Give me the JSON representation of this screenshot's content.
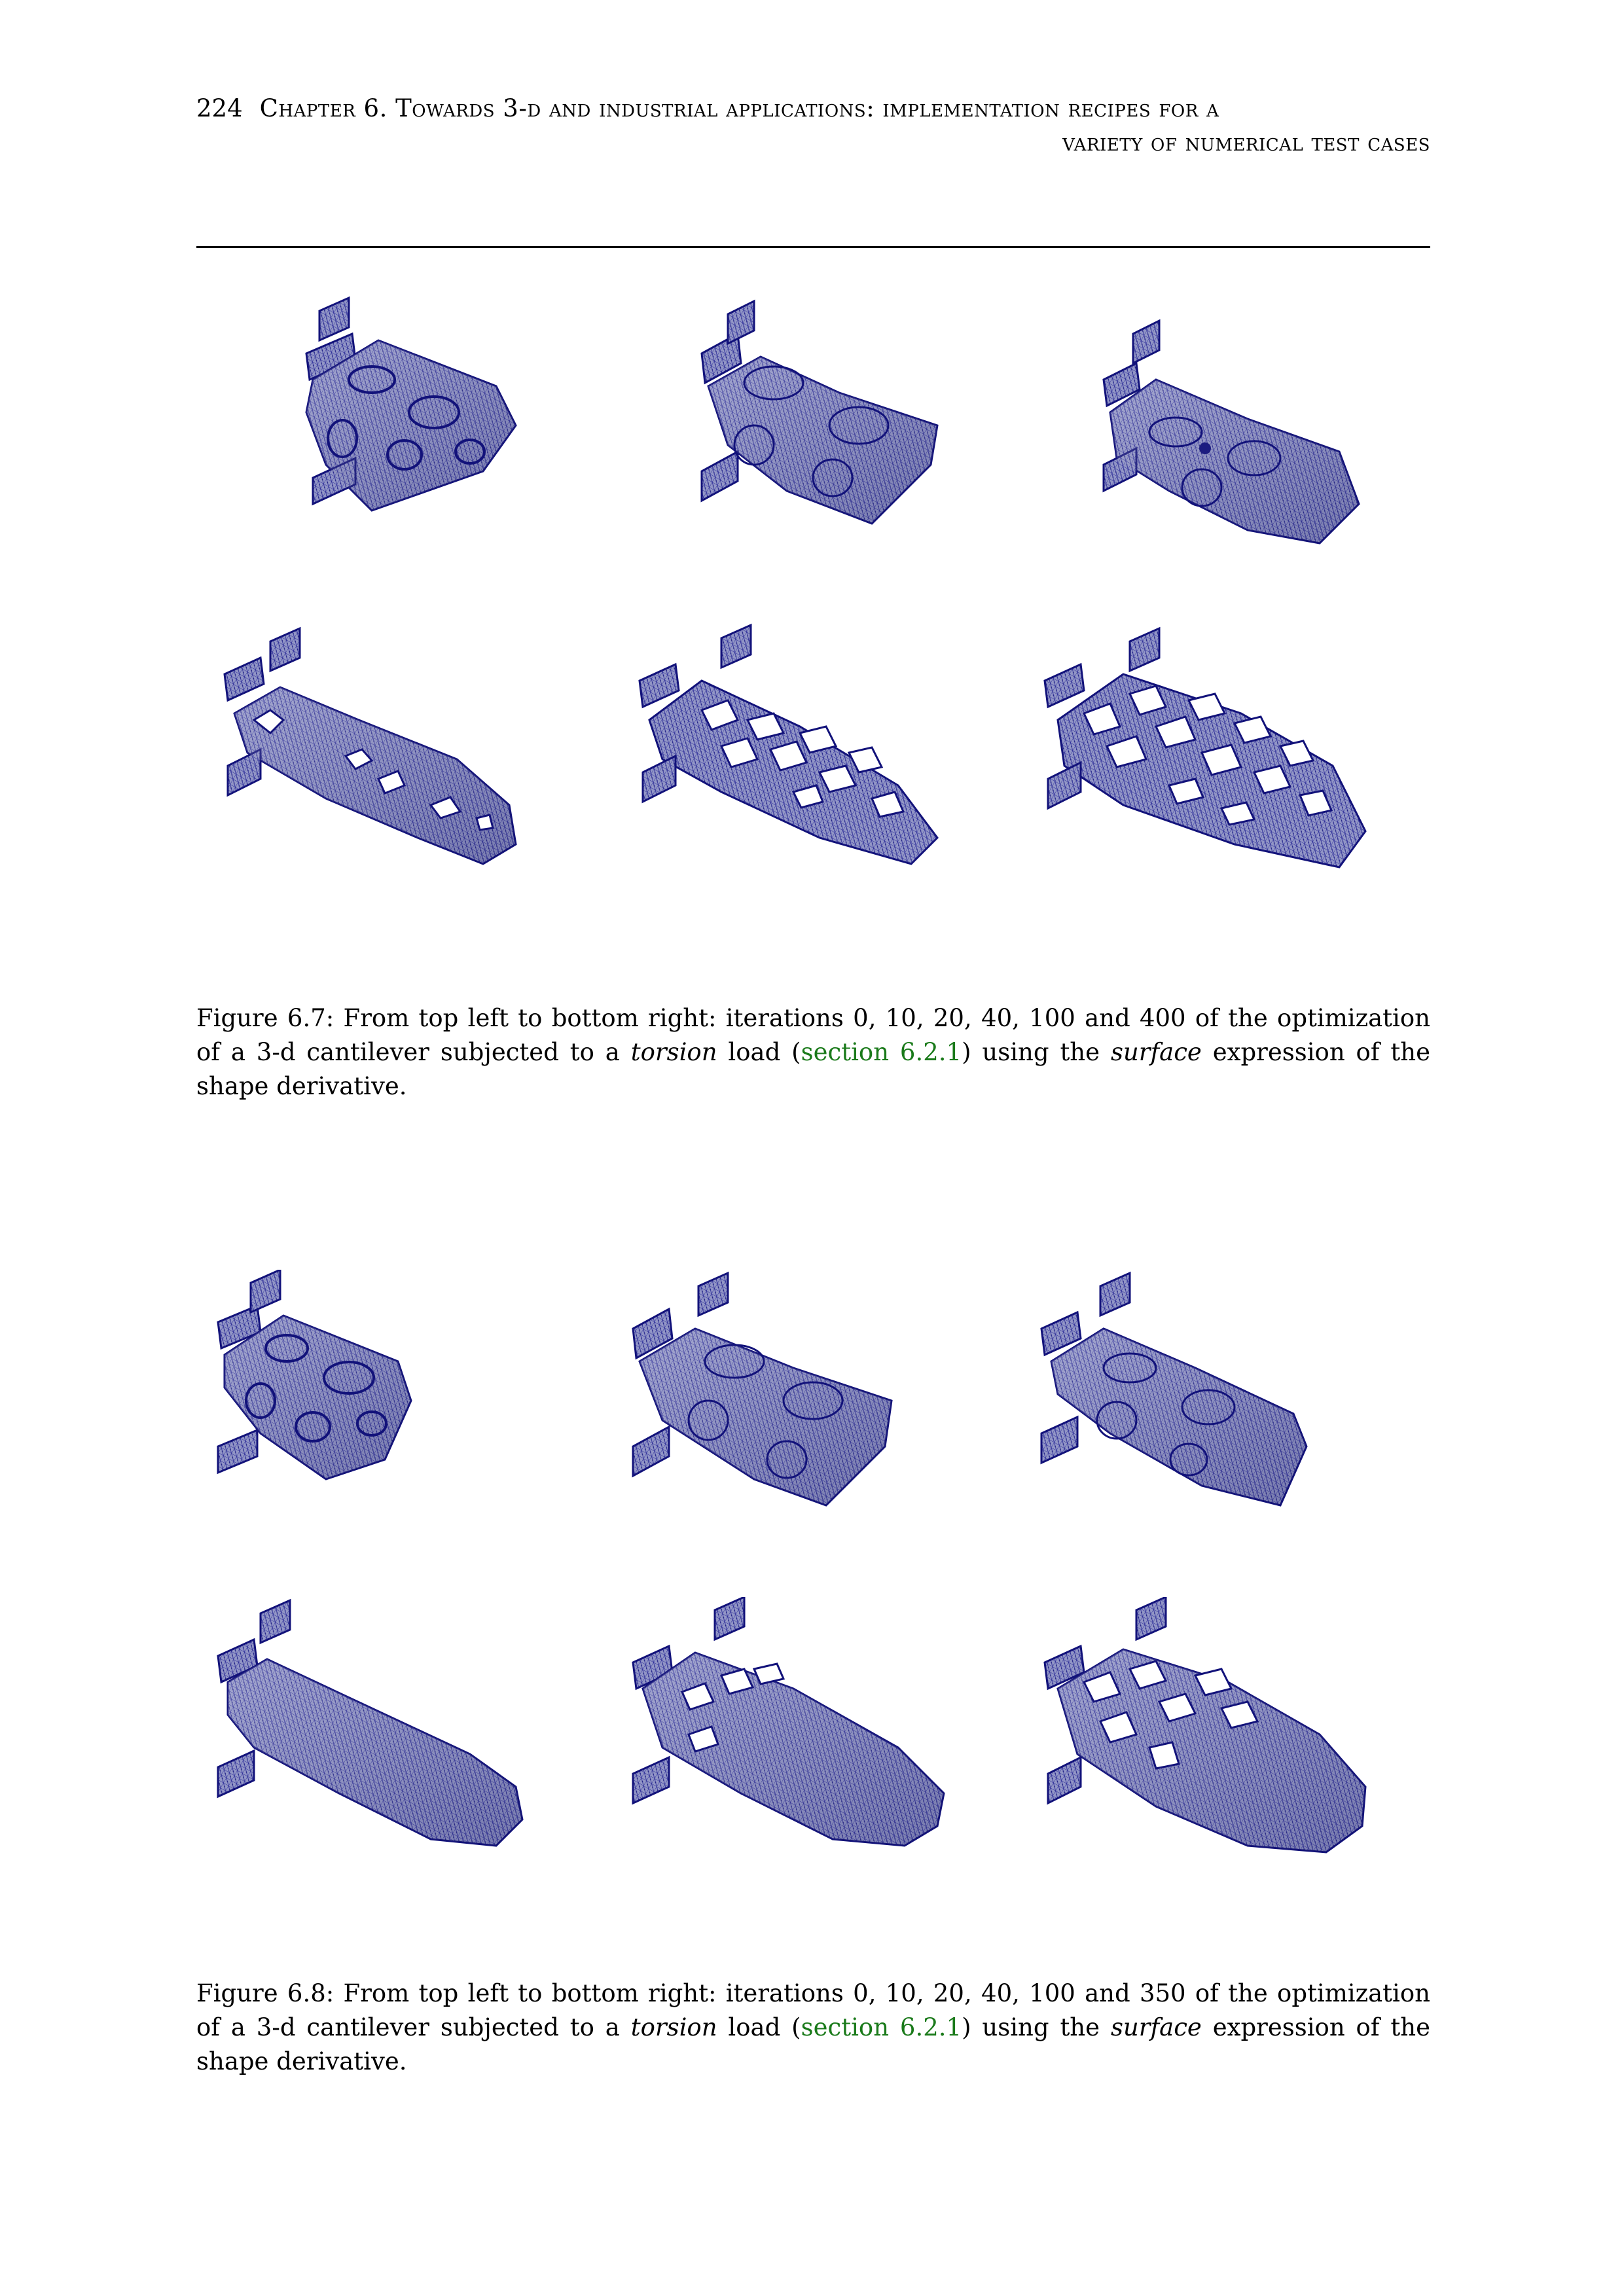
{
  "header": {
    "page_number": "224",
    "chapter_line1": "Chapter 6. Towards 3-d and industrial applications: implementation recipes for a",
    "chapter_line2": "variety of numerical test cases"
  },
  "figure_6_7": {
    "caption_label": "Figure 6.7:",
    "caption_part1": " From top left to bottom right: iterations 0, 10, 20, 40, 100 and 400 of the optimization of a 3-d cantilever subjected to a ",
    "caption_em1": "torsion",
    "caption_part2": " load (",
    "caption_ref": "section 6.2.1",
    "caption_part3": ") using the ",
    "caption_em2": "surface",
    "caption_part4": " expression of the shape derivative."
  },
  "figure_6_8": {
    "caption_label": "Figure 6.8:",
    "caption_part1": " From top left to bottom right: iterations 0, 10, 20, 40, 100 and 350 of the optimization of a 3-d cantilever subjected to a ",
    "caption_em1": "torsion",
    "caption_part2": " load (",
    "caption_ref": "section 6.2.1",
    "caption_part3": ") using the ",
    "caption_em2": "surface",
    "caption_part4": " expression of the shape derivative."
  },
  "colors": {
    "mesh_fill": "#8f93c4",
    "mesh_edge": "#1a1a8c",
    "link": "#1a7a1a"
  }
}
